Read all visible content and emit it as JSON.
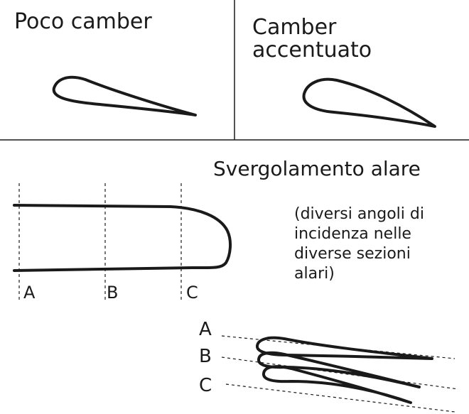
{
  "panels": {
    "low_camber": {
      "title": "Poco camber"
    },
    "high_camber": {
      "title_line1": "Camber",
      "title_line2": "accentuato"
    }
  },
  "twist": {
    "title": "Svergolamento alare",
    "note_lines": [
      "(diversi angoli di",
      "incidenza nelle",
      "diverse sezioni",
      "alari)"
    ],
    "stations": [
      "A",
      "B",
      "C"
    ],
    "section_labels": [
      "A",
      "B",
      "C"
    ]
  },
  "colors": {
    "ink": "#1a1a1a",
    "background": "#ffffff"
  }
}
